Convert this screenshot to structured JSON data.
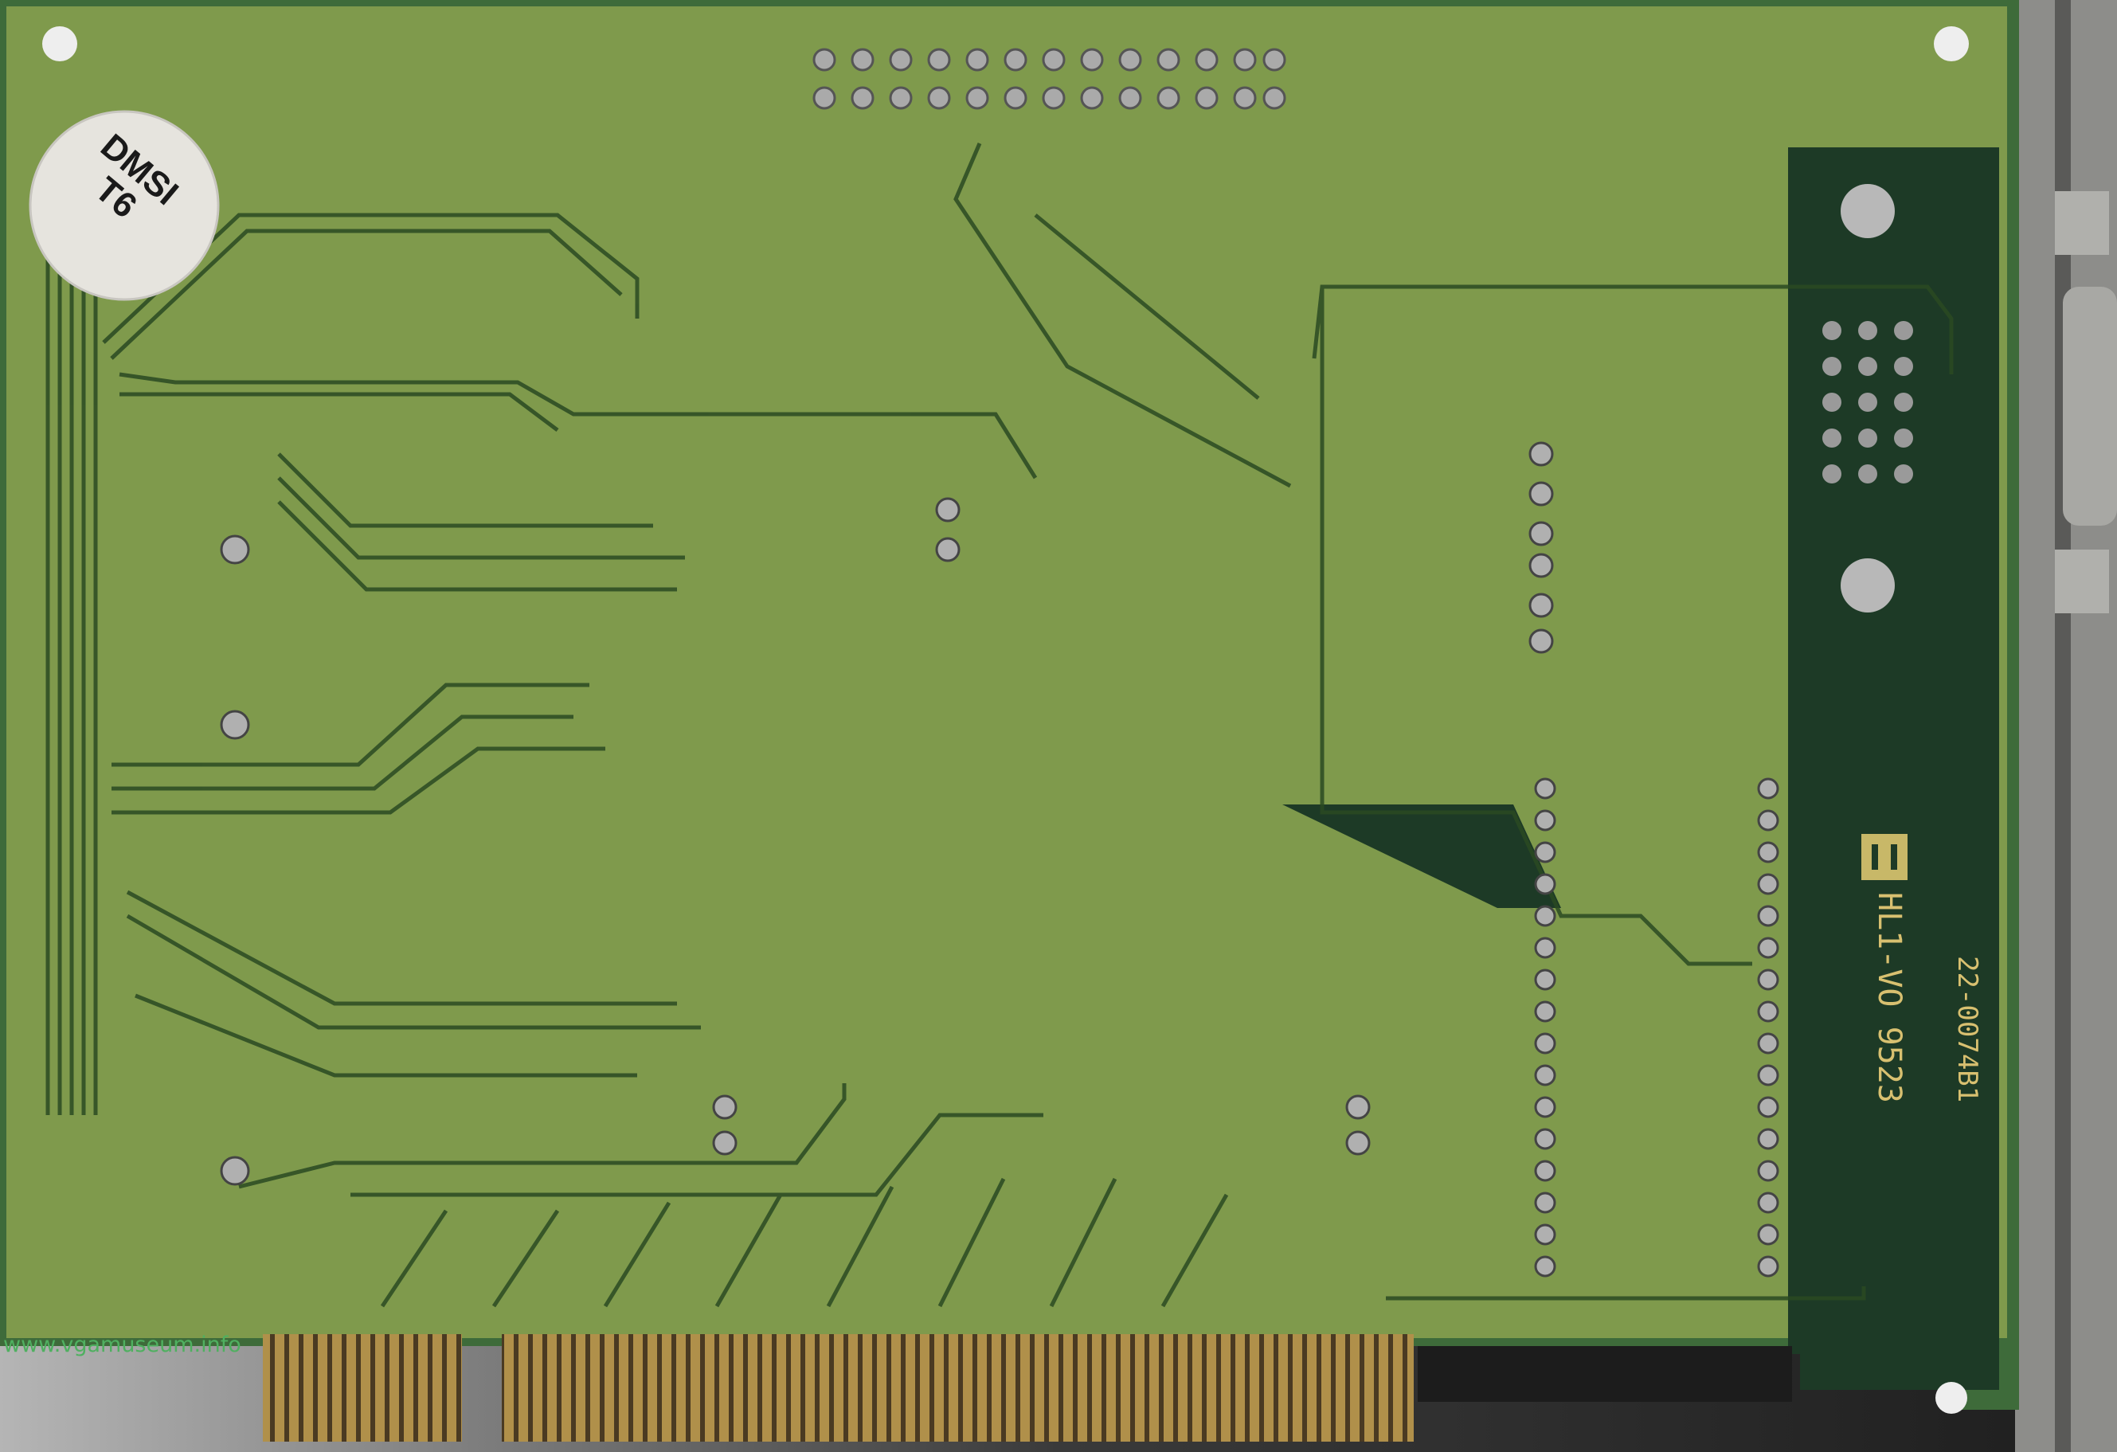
{
  "sticker": {
    "line1": "DMSI",
    "line2": "T6"
  },
  "silkscreen": {
    "model": "HL1-VO",
    "date_code": "9523",
    "part_number": "22-0074B1"
  },
  "watermark": "www.vgamuseum.info",
  "colors": {
    "board": "#7f9a4c",
    "solder_mask_dark": "#1d3a26",
    "copper": "#b89a50",
    "gold": "#b0904a",
    "bracket": "#8a8a88"
  }
}
